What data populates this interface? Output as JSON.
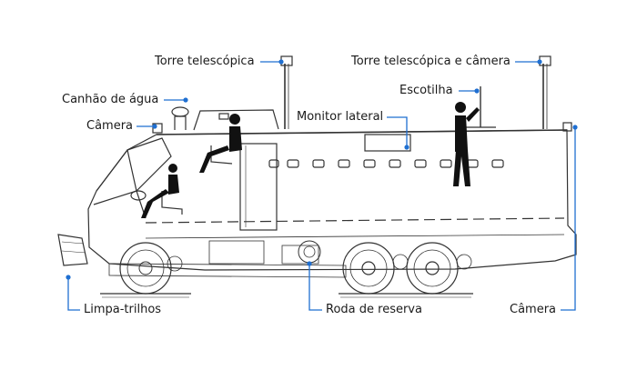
{
  "labels": {
    "torre_telescopica": "Torre telescópica",
    "torre_telescopica_camera": "Torre telescópica e câmera",
    "canhao_agua": "Canhão de água",
    "escotilha": "Escotilha",
    "camera_top": "Câmera",
    "monitor_lateral": "Monitor lateral",
    "limpa_trilhos": "Limpa-trilhos",
    "roda_reserva": "Roda de reserva",
    "camera_rear": "Câmera"
  },
  "colors": {
    "leader": "#1f6fd1",
    "line": "#333333",
    "figure": "#111111"
  }
}
